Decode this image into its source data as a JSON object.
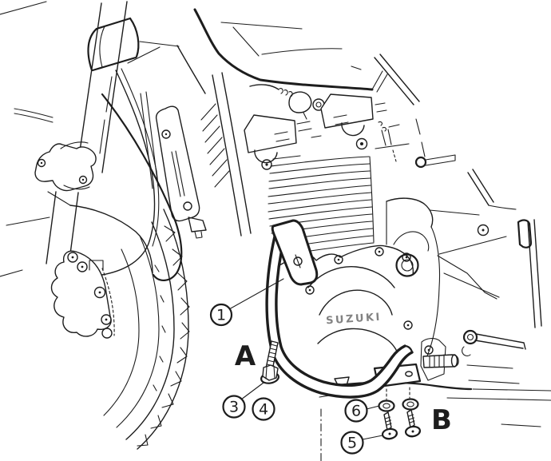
{
  "diagram": {
    "brand_on_engine": "SUZUKI",
    "background": "#ffffff",
    "ink_color": "#1d1d1d"
  },
  "callouts": {
    "items": [
      {
        "label": "1"
      },
      {
        "label": "3"
      },
      {
        "label": "4"
      },
      {
        "label": "5"
      },
      {
        "label": "6"
      }
    ],
    "letters": [
      {
        "label": "A"
      },
      {
        "label": "B"
      }
    ]
  }
}
